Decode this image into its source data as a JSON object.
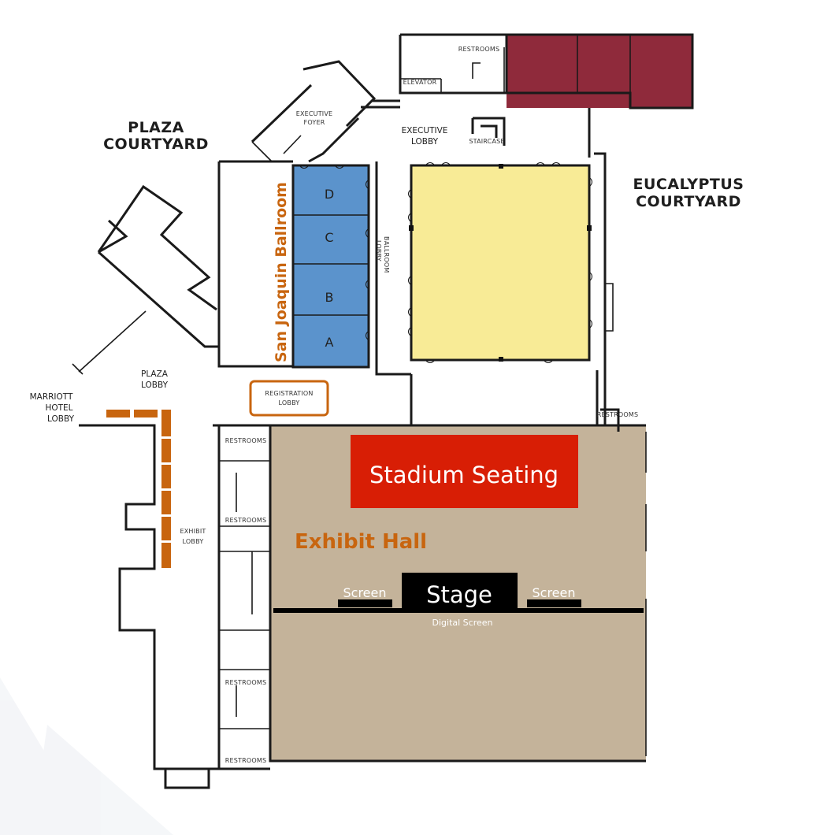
{
  "colors": {
    "exhibit_hall": "#c4b39a",
    "ballroom": "#5b93cc",
    "yellow_room": "#f8eb96",
    "maroon_rooms": "#8f2a3b",
    "stadium_seating": "#d81e05",
    "stage": "#000000",
    "highlight_orange": "#c8650f"
  },
  "labels": {
    "plaza_courtyard_1": "PLAZA",
    "plaza_courtyard_2": "COURTYARD",
    "eucalyptus_courtyard_1": "EUCALYPTUS",
    "eucalyptus_courtyard_2": "COURTYARD",
    "executive_foyer_1": "EXECUTIVE",
    "executive_foyer_2": "FOYER",
    "executive_lobby_1": "EXECUTIVE",
    "executive_lobby_2": "LOBBY",
    "staircase": "STAIRCASE",
    "elevator": "ELEVATOR",
    "restrooms_top": "RESTROOMS",
    "restrooms_right": "RESTROOMS",
    "restrooms_left_1": "RESTROOMS",
    "restrooms_left_2": "RESTROOMS",
    "restrooms_left_3": "RESTROOMS",
    "restrooms_left_4": "RESTROOMS",
    "ballroom_lobby_1": "BALLROOM",
    "ballroom_lobby_2": "LOBBY",
    "san_joaquin_ballroom": "San Joaquin Ballroom",
    "room_d": "D",
    "room_c": "C",
    "room_b": "B",
    "room_a": "A",
    "plaza_lobby_1": "PLAZA",
    "plaza_lobby_2": "LOBBY",
    "marriott_1": "MARRIOTT",
    "marriott_2": "HOTEL",
    "marriott_3": "LOBBY",
    "registration_lobby_1": "REGISTRATION",
    "registration_lobby_2": "LOBBY",
    "exhibit_lobby_1": "EXHIBIT",
    "exhibit_lobby_2": "LOBBY",
    "stadium_seating": "Stadium Seating",
    "exhibit_hall": "Exhibit Hall",
    "stage": "Stage",
    "screen_left": "Screen",
    "screen_right": "Screen",
    "digital_screen": "Digital Screen"
  }
}
